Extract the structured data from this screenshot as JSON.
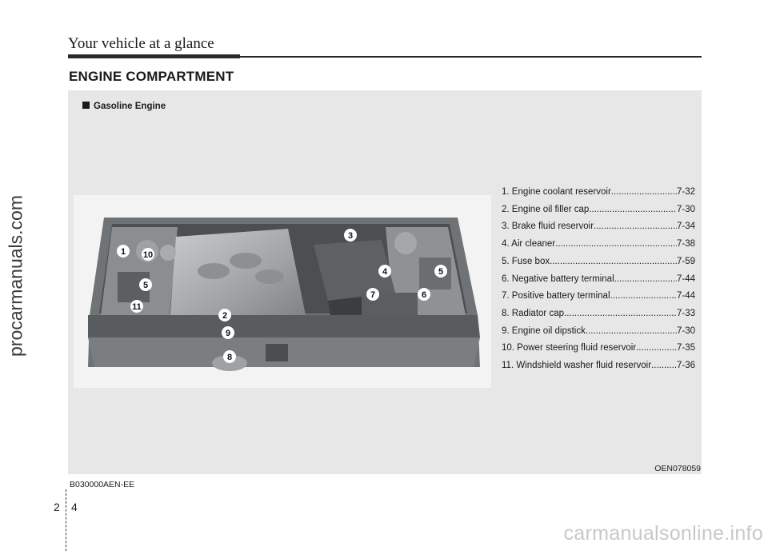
{
  "header": {
    "title": "Your vehicle at a glance"
  },
  "section": {
    "title": "ENGINE COMPARTMENT"
  },
  "panel": {
    "subheading": "Gasoline Engine",
    "photo_code": "OEN078059",
    "callouts": [
      "1",
      "10",
      "5",
      "11",
      "2",
      "9",
      "8",
      "3",
      "4",
      "7",
      "5",
      "6"
    ],
    "legend": [
      {
        "label": "1. Engine coolant reservoir ",
        "page": "7-32"
      },
      {
        "label": "2. Engine oil filler cap ",
        "page": "7-30"
      },
      {
        "label": "3. Brake fluid reservoir ",
        "page": "7-34"
      },
      {
        "label": "4. Air cleaner",
        "page": "7-38"
      },
      {
        "label": "5. Fuse box ",
        "page": "7-59"
      },
      {
        "label": "6. Negative battery terminal",
        "page": "7-44"
      },
      {
        "label": "7. Positive battery terminal ",
        "page": "7-44"
      },
      {
        "label": "8. Radiator cap ",
        "page": "7-33"
      },
      {
        "label": "9. Engine oil dipstick ",
        "page": "7-30"
      },
      {
        "label": "10. Power steering fluid reservoir ",
        "page": "7-35"
      },
      {
        "label": "11. Windshield washer fluid reservoir ",
        "page": "7-36"
      }
    ]
  },
  "footer": {
    "doc_code": "B030000AEN-EE",
    "page_chapter": "2",
    "page_number": "4"
  },
  "watermarks": {
    "side": "procarmanuals.com",
    "bottom": "carmanualsonline.info"
  }
}
